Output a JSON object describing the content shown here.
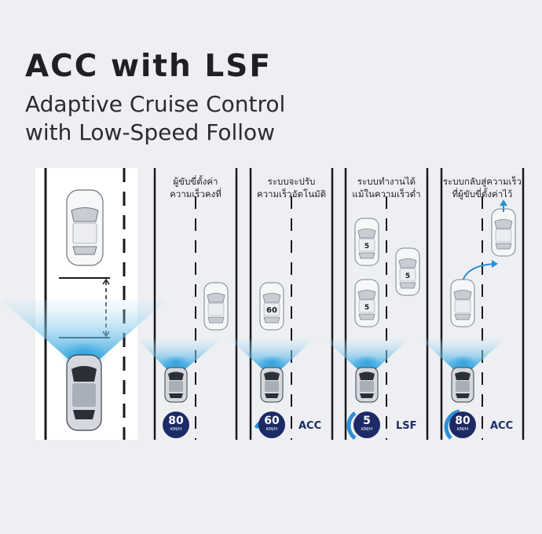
{
  "heading": {
    "title": "ACC with LSF",
    "subtitle_line1": "Adaptive Cruise Control",
    "subtitle_line2": "with Low-Speed Follow"
  },
  "panels": [
    {
      "caption_line1": "ผู้ขับขี่ตั้งค่า",
      "caption_line2": "ความเร็วคงที่",
      "speed": "80",
      "unit": "KM/H",
      "mode": ""
    },
    {
      "caption_line1": "ระบบจะปรับ",
      "caption_line2": "ความเร็วอัตโนมัติ",
      "speed": "60",
      "unit": "KM/H",
      "mode": "ACC",
      "lead_label": "60"
    },
    {
      "caption_line1": "ระบบทำงานได้",
      "caption_line2": "แม้ในความเร็วต่ำ",
      "speed": "5",
      "unit": "KM/H",
      "mode": "LSF",
      "lead_label": "5"
    },
    {
      "caption_line1": "ระบบกลับสู่ความเร็ว",
      "caption_line2": "ที่ผู้ขับขี่ตั้งค่าไว้",
      "speed": "80",
      "unit": "KM/H",
      "mode": "ACC"
    }
  ],
  "colors": {
    "navy": "#1e2a66",
    "sensor": "#4fb3e0",
    "arrow": "#2b8fd6",
    "road": "#ffffff"
  }
}
